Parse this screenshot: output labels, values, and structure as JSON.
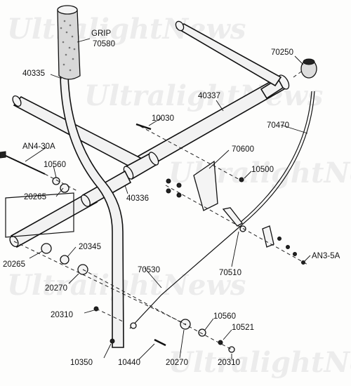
{
  "watermark": "UltralightNews",
  "parts": {
    "grip_label": "GRIP",
    "grip_number": "70580",
    "p40335": "40335",
    "p70250": "70250",
    "p40337": "40337",
    "p70470": "70470",
    "p10030": "10030",
    "an4": "AN4-30A",
    "p70600": "70600",
    "p10560a": "10560",
    "p10500": "10500",
    "p20265a": "20265",
    "p40336": "40336",
    "p20265b": "20265",
    "p20345": "20345",
    "p70510": "70510",
    "an3": "AN3-5A",
    "p20270a": "20270",
    "p70530": "70530",
    "p20310a": "20310",
    "p10560b": "10560",
    "p10521": "10521",
    "p10350": "10350",
    "p10440": "10440",
    "p20270b": "20270",
    "p20310b": "20310"
  }
}
